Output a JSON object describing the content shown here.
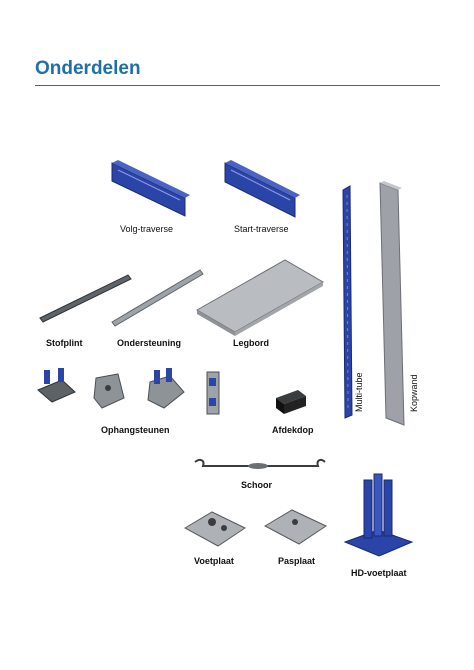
{
  "heading": "Onderdelen",
  "parts": {
    "volg_traverse": "Volg-traverse",
    "start_traverse": "Start-traverse",
    "stofplint": "Stofplint",
    "ondersteuning": "Ondersteuning",
    "legbord": "Legbord",
    "multi_tube": "Multi-tube",
    "kopwand": "Kopwand",
    "ophangsteunen": "Ophangsteunen",
    "afdekdop": "Afdekdop",
    "schoor": "Schoor",
    "voetplaat": "Voetplaat",
    "pasplaat": "Pasplaat",
    "hd_voetplaat": "HD-voetplaat"
  },
  "colors": {
    "heading": "#1f6fa8",
    "rule": "#c0392b",
    "part_blue": "#2a44a8",
    "steel": "#9aa0a6"
  }
}
